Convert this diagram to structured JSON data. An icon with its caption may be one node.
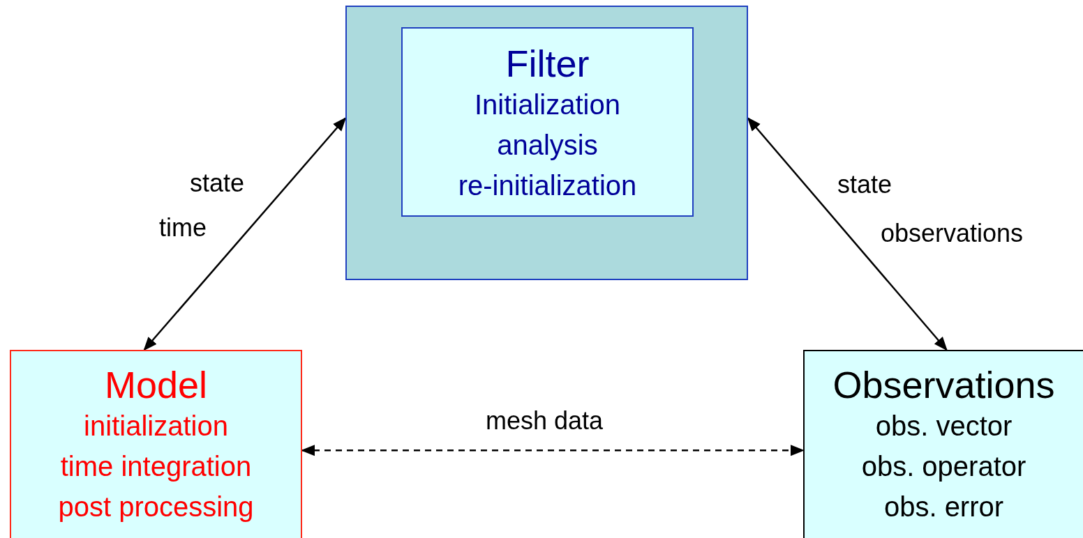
{
  "diagram": {
    "nodes": [
      {
        "text": [],
        "shape": "box"
      },
      {
        "text": [
          "Filter",
          "Initialization",
          "analysis",
          "re-initialization"
        ],
        "in": 0
      },
      {
        "text": [
          "Model",
          "initialization",
          "time integration",
          "post processing"
        ]
      },
      {
        "text": [
          "Observations",
          "obs. vector",
          "obs. operator",
          "obs. error"
        ]
      }
    ],
    "edges": [
      {
        "from": 0,
        "to": 2,
        "arrow": "both"
      },
      {
        "from": 0,
        "to": 3,
        "arrow": "both"
      },
      {
        "from": 2,
        "to": 3,
        "arrow": "both",
        "style": "dashed",
        "label": "mesh data"
      }
    ],
    "labels": [
      "state",
      "time",
      "state",
      "observations"
    ]
  }
}
